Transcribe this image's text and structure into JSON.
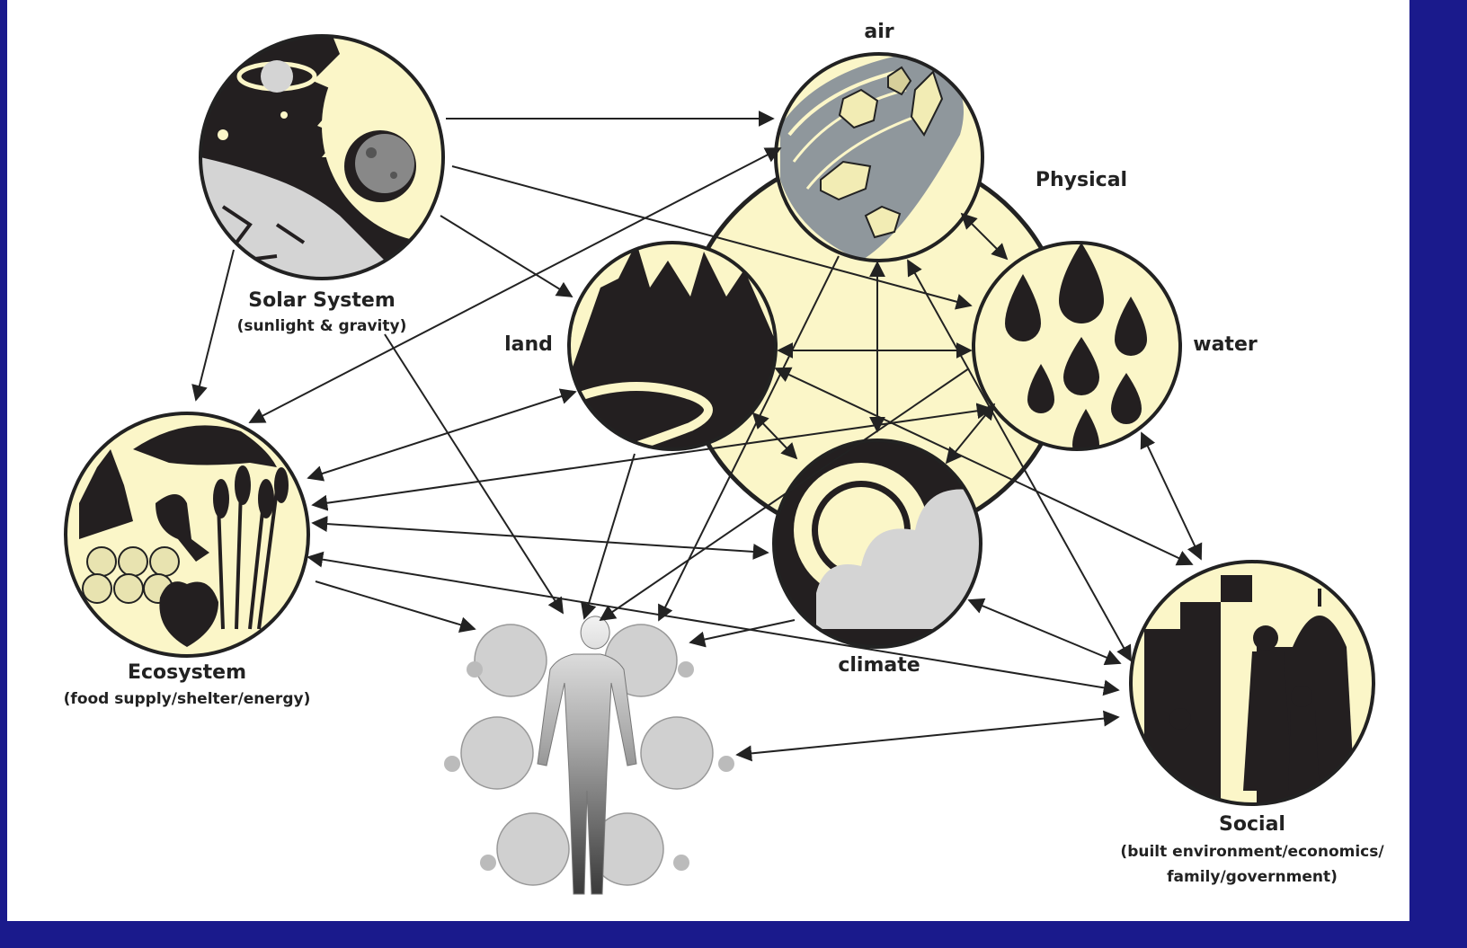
{
  "nodes": {
    "solar": {
      "title": "Solar System",
      "subtitle": "(sunlight & gravity)"
    },
    "air": {
      "title": "air"
    },
    "physical": {
      "title": "Physical"
    },
    "land": {
      "title": "land"
    },
    "water": {
      "title": "water"
    },
    "climate": {
      "title": "climate"
    },
    "ecosystem": {
      "title": "Ecosystem",
      "subtitle": "(food supply/shelter/energy)"
    },
    "social": {
      "title": "Social",
      "subtitle_line1": "(built environment/economics/",
      "subtitle_line2": "family/government)"
    }
  },
  "colors": {
    "frame": "#1a1a8c",
    "circle_fill": "#fbf6c8",
    "silhouette": "#231f20",
    "gray": "#cfcfcf",
    "line": "#222222"
  },
  "icons": {
    "solar": "solar-system-icon",
    "air": "leaves-wind-icon",
    "land": "forest-river-icon",
    "water": "raindrops-icon",
    "climate": "sun-cloud-icon",
    "ecosystem": "food-shelter-icon",
    "social": "city-family-icon",
    "human": "human-body-icon"
  }
}
